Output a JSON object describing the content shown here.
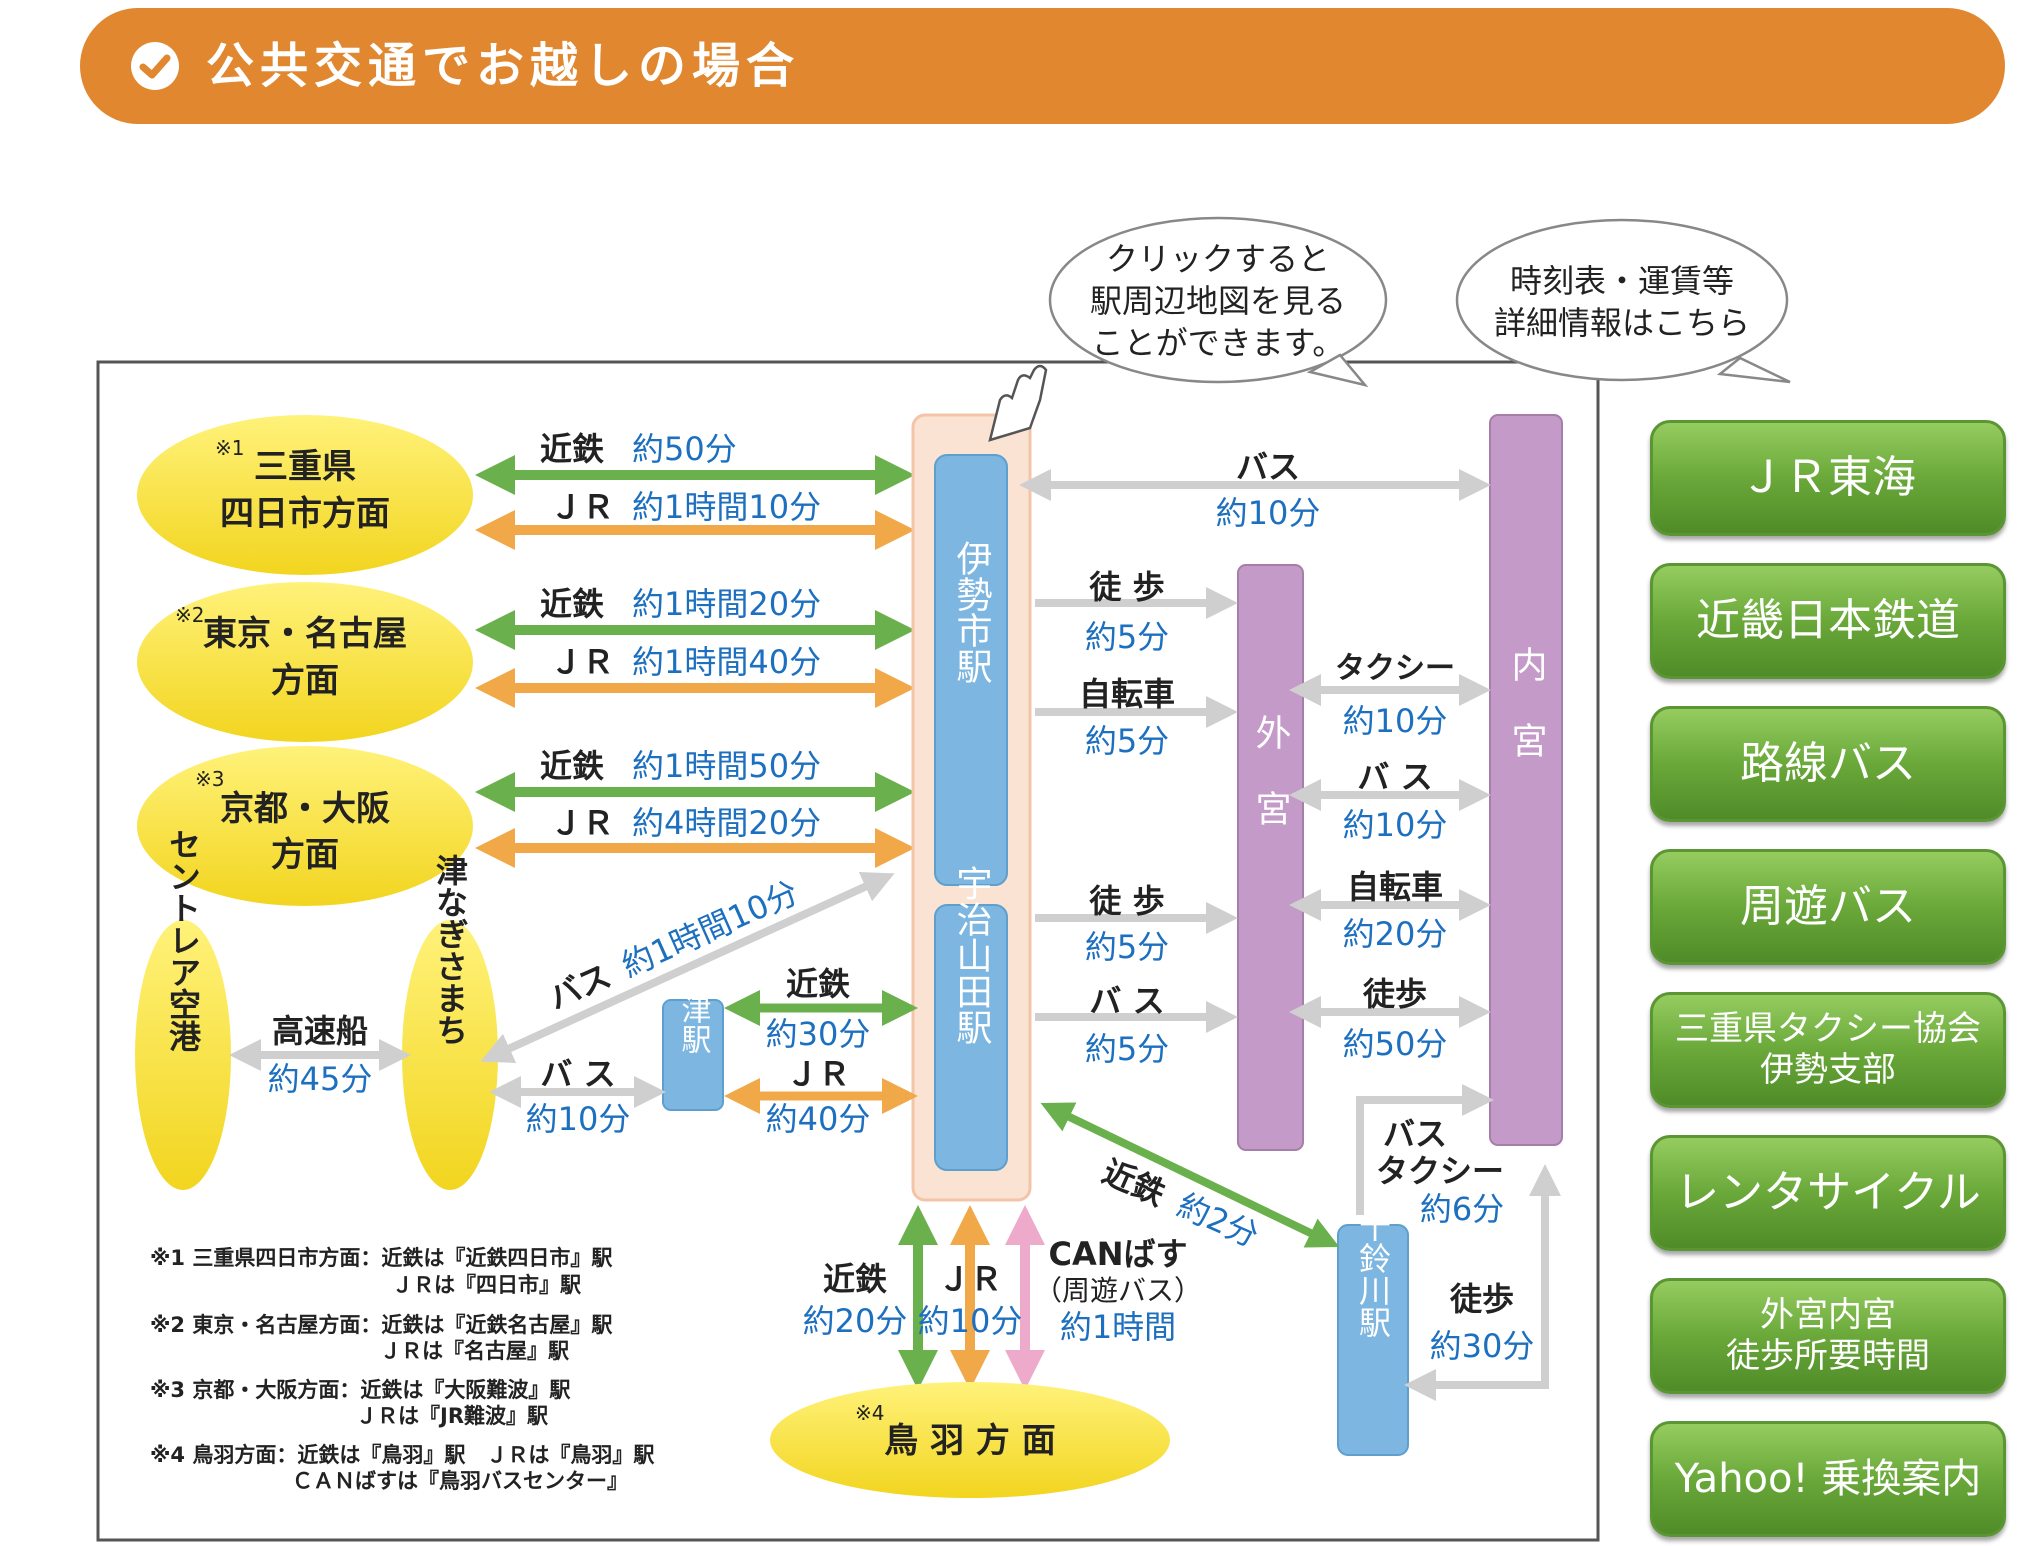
{
  "header": {
    "title": "公共交通でお越しの場合"
  },
  "balloons": {
    "click_hint": [
      "クリックすると",
      "駅周辺地図を見る",
      "ことができます。"
    ],
    "timetable_hint": [
      "時刻表・運賃等",
      "詳細情報はこちら"
    ]
  },
  "origins": [
    {
      "mark": "※1",
      "lines": [
        "三重県",
        "四日市方面"
      ]
    },
    {
      "mark": "※2",
      "lines": [
        "東京・名古屋",
        "方面"
      ]
    },
    {
      "mark": "※3",
      "lines": [
        "京都・大阪",
        "方面"
      ]
    }
  ],
  "routes": [
    {
      "kintetsu": "近鉄",
      "kintetsu_time": "約50分",
      "jr": "ＪＲ",
      "jr_time": "約1時間10分"
    },
    {
      "kintetsu": "近鉄",
      "kintetsu_time": "約1時間20分",
      "jr": "ＪＲ",
      "jr_time": "約1時間40分"
    },
    {
      "kintetsu": "近鉄",
      "kintetsu_time": "約1時間50分",
      "jr": "ＪＲ",
      "jr_time": "約4時間20分"
    }
  ],
  "stations": {
    "ise": "伊勢市駅",
    "ujiyamada": "宇治山田駅",
    "tsu": "津駅",
    "isuzugawa": "五十鈴川駅",
    "geku": "外宮",
    "naiku": "内宮",
    "centrair": "セントレア空港",
    "nagisa": "津なぎさまち"
  },
  "links": {
    "ise_naiku": {
      "mode": "バス",
      "time": "約10分"
    },
    "ise_geku_walk": {
      "mode": "徒 歩",
      "time": "約5分"
    },
    "ise_geku_bike": {
      "mode": "自転車",
      "time": "約5分"
    },
    "uji_geku_walk": {
      "mode": "徒 歩",
      "time": "約5分"
    },
    "uji_geku_bus": {
      "mode": "バ ス",
      "time": "約5分"
    },
    "geku_naiku_taxi": {
      "mode": "タクシー",
      "time": "約10分"
    },
    "geku_naiku_bus": {
      "mode": "バ ス",
      "time": "約10分"
    },
    "geku_naiku_bike": {
      "mode": "自転車",
      "time": "約20分"
    },
    "geku_naiku_walk": {
      "mode": "徒歩",
      "time": "約50分"
    },
    "nagisa_bus": {
      "mode": "バス",
      "time": "約1時間10分"
    },
    "ferry": {
      "mode": "高速船",
      "time": "約45分"
    },
    "nagisa_tsu_bus": {
      "mode": "バ ス",
      "time": "約10分"
    },
    "tsu_kintetsu": {
      "mode": "近鉄",
      "time": "約30分"
    },
    "tsu_jr": {
      "mode": "ＪＲ",
      "time": "約40分"
    },
    "uji_isuzu": {
      "mode": "近鉄",
      "time": "約2分"
    },
    "isuzu_naiku_bus": {
      "mode1": "バス",
      "mode2": "タクシー",
      "time": "約6分"
    },
    "isuzu_naiku_walk": {
      "mode": "徒歩",
      "time": "約30分"
    },
    "toba_kintetsu": {
      "mode": "近鉄",
      "time": "約20分"
    },
    "toba_jr": {
      "mode": "ＪＲ",
      "time": "約10分"
    },
    "toba_can": {
      "mode": "CANばす",
      "sub": "（周遊バス）",
      "time": "約1時間"
    }
  },
  "toba": {
    "mark": "※4",
    "label": "鳥 羽 方 面"
  },
  "footnotes": [
    [
      "※1 三重県四日市方面：近鉄は『近鉄四日市』駅",
      "ＪＲは『四日市』駅"
    ],
    [
      "※2 東京・名古屋方面：近鉄は『近鉄名古屋』駅",
      "ＪＲは『名古屋』駅"
    ],
    [
      "※3 京都・大阪方面：近鉄は『大阪難波』駅",
      "ＪＲは『JR難波』駅"
    ],
    [
      "※4 鳥羽方面：近鉄は『鳥羽』駅　ＪＲは『鳥羽』駅",
      "ＣＡＮばすは『鳥羽バスセンター』"
    ]
  ],
  "sidebar": [
    "ＪＲ東海",
    "近畿日本鉄道",
    "路線バス",
    "周遊バス",
    "三重県タクシー協会\n伊勢支部",
    "レンタサイクル",
    "外宮内宮\n徒歩所要時間",
    "Yahoo! 乗換案内"
  ],
  "colors": {
    "header": "#e0872f",
    "kintetsu": "#6ab04c",
    "jr": "#f0a848",
    "gray_arrow": "#cfcfcf",
    "station_blue": "#7db6e0",
    "shrine_purple": "#c49ac8",
    "origin_yellow": "#f9e23c",
    "button_green": "#6aa83a",
    "can_pink": "#eeaacb"
  }
}
